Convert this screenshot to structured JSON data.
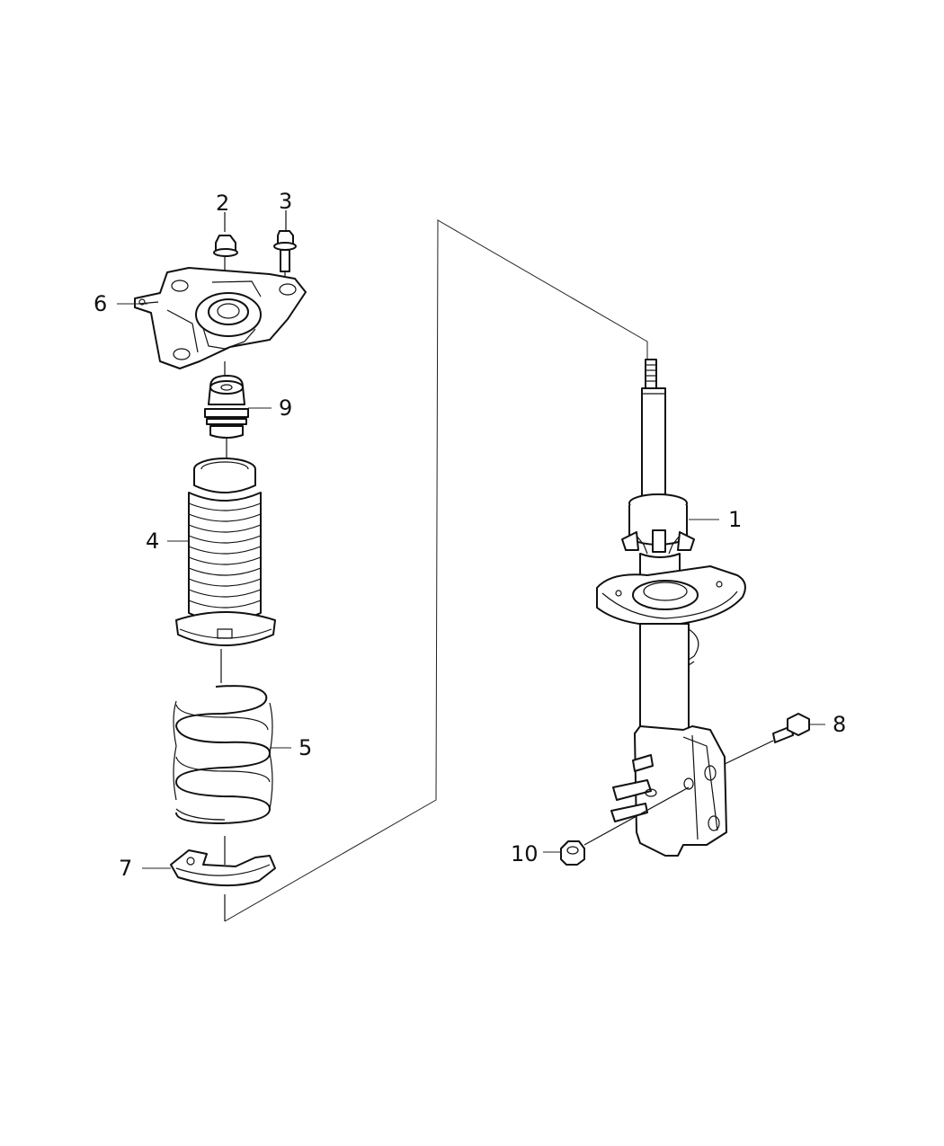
{
  "callouts": [
    {
      "id": "1",
      "part": "strut-assembly"
    },
    {
      "id": "2",
      "part": "nut"
    },
    {
      "id": "3",
      "part": "bolt"
    },
    {
      "id": "4",
      "part": "dust-boot"
    },
    {
      "id": "5",
      "part": "coil-spring"
    },
    {
      "id": "6",
      "part": "strut-mount"
    },
    {
      "id": "7",
      "part": "spring-isolator"
    },
    {
      "id": "8",
      "part": "bolt"
    },
    {
      "id": "9",
      "part": "jounce-bumper"
    },
    {
      "id": "10",
      "part": "nut"
    }
  ],
  "colors": {
    "line": "#111111",
    "background": "#ffffff"
  }
}
